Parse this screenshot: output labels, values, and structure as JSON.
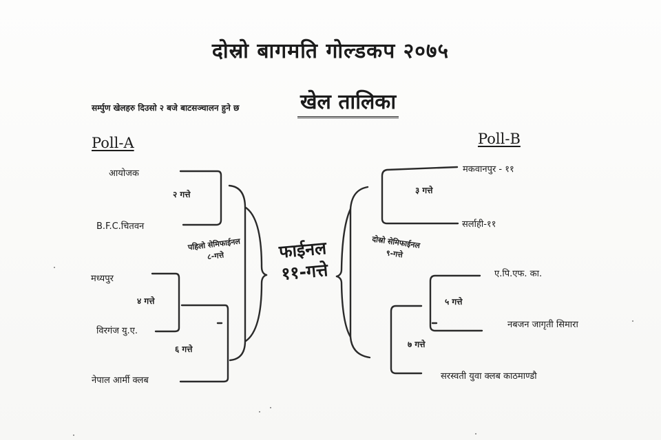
{
  "document": {
    "title": "दोस्रो बागमति गोल्डकप २०७५",
    "subtitle_note": "सर्म्पुण खेलहरु दिउसो २ बजे बाटसञ्चालन हुने छ",
    "subtitle": "खेल तालिका"
  },
  "pools": {
    "a_label": "Poll-A",
    "b_label": "Poll-B"
  },
  "pool_a": {
    "teams": [
      "आयोजक",
      "B.F.C.चितवन",
      "मध्यपुर",
      "विरगंज यु.ए.",
      "नेपाल आर्मी क्लब"
    ],
    "matches": [
      "२ गत्ते",
      "४ गत्ते",
      "६ गत्ते"
    ],
    "semifinal": [
      "पहिलो सेमिफाईनल",
      "८-गत्ते"
    ]
  },
  "pool_b": {
    "teams": [
      "मकवानपुर - ११",
      "सर्लाही-११",
      "ए.पि.एफ.  का.",
      "नबजन जागृती सिमारा",
      "सरस्वती युवा क्लब काठमाण्डौ"
    ],
    "matches": [
      "३ गत्ते",
      "५ गत्ते",
      "७ गत्ते"
    ],
    "semifinal": [
      "दोस्रो सेमिफाईनल",
      "९-गत्ते"
    ]
  },
  "final": [
    "फाईनल",
    "११-गत्ते"
  ]
}
